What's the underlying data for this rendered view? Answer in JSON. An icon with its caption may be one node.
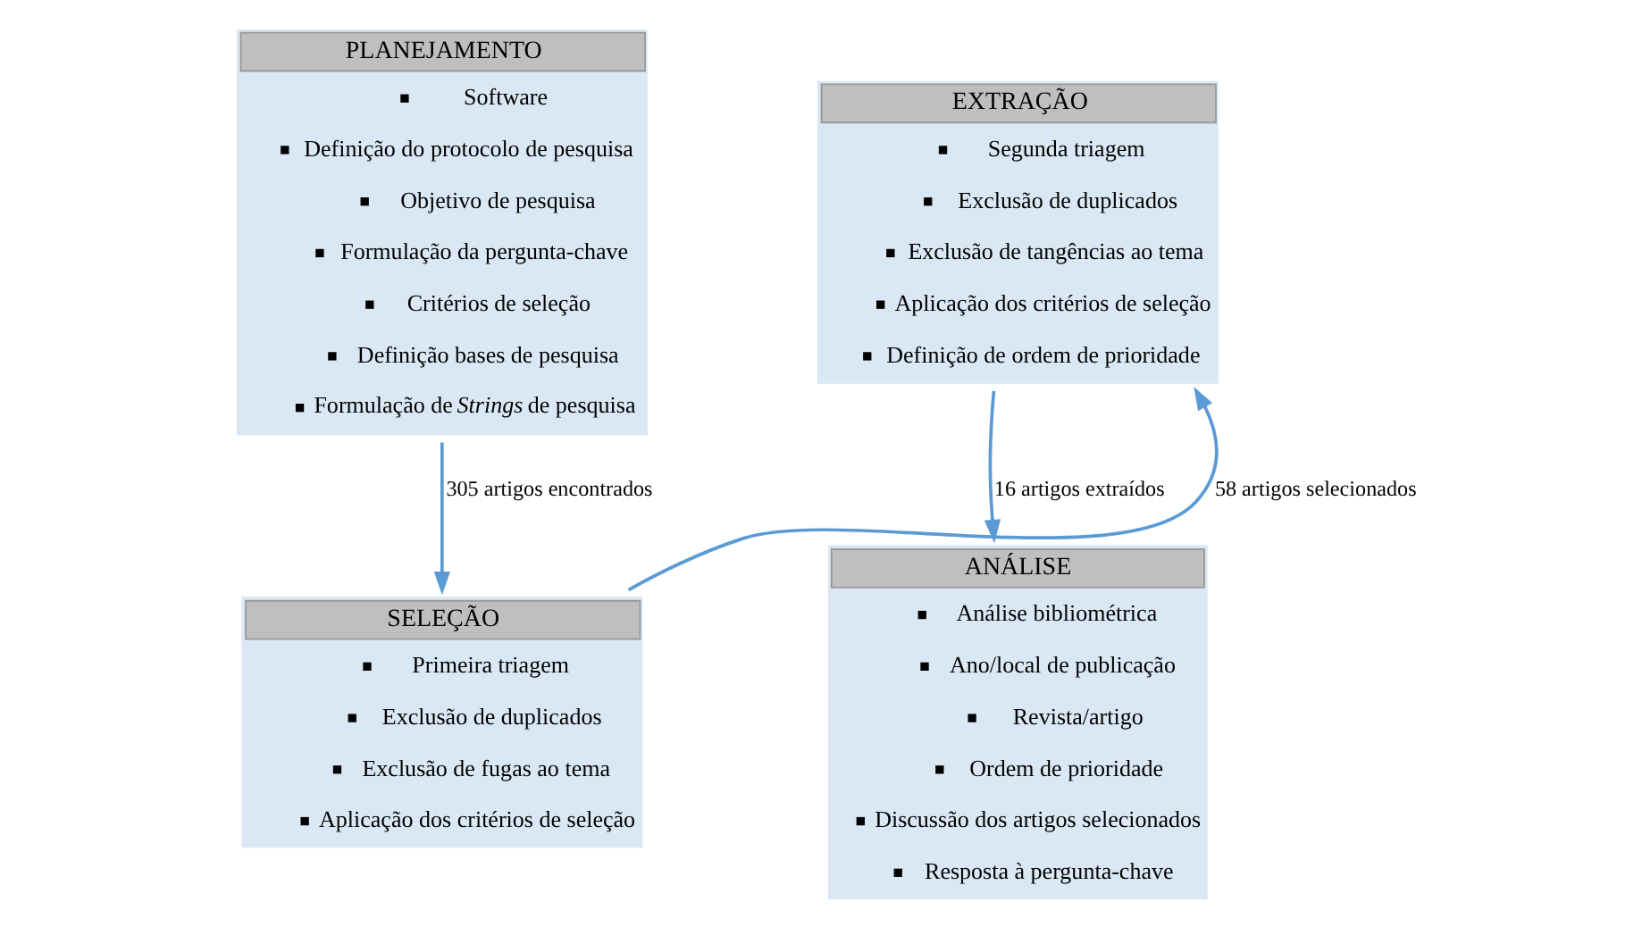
{
  "diagram": {
    "nodes": [
      {
        "text": [
          "PLANEJAMENTO",
          "Software",
          "Definição do protocolo de pesquisa",
          "Objetivo de pesquisa",
          "Formulação da pergunta-chave",
          "Critérios de seleção",
          "Definição bases de pesquisa",
          "Formulação de *Strings* de pesquisa"
        ]
      },
      {
        "text": [
          "EXTRAÇÃO",
          "Segunda triagem",
          "Exclusão de duplicados",
          "Exclusão de tangências ao tema",
          "Aplicação dos critérios de seleção",
          "Definição de ordem de prioridade"
        ]
      },
      {
        "text": [
          "SELEÇÃO",
          "Primeira triagem",
          "Exclusão de duplicados",
          "Exclusão de fugas ao tema",
          "Aplicação dos critérios de seleção"
        ]
      },
      {
        "text": [
          "ANÁLISE",
          "Análise bibliométrica",
          "Ano/local de publicação",
          "Revista/artigo",
          "Ordem de prioridade",
          "Discussão dos artigos selecionados",
          "Resposta à pergunta-chave"
        ]
      }
    ],
    "edges": [
      {
        "from": 0,
        "to": 2,
        "arrow": "to",
        "label": "305 artigos encontrados"
      },
      {
        "from": 2,
        "to": 1,
        "arrow": "to",
        "label": "58 artigos selecionados"
      },
      {
        "from": 1,
        "to": 3,
        "arrow": "to",
        "label": "16 artigos extraídos"
      }
    ]
  }
}
